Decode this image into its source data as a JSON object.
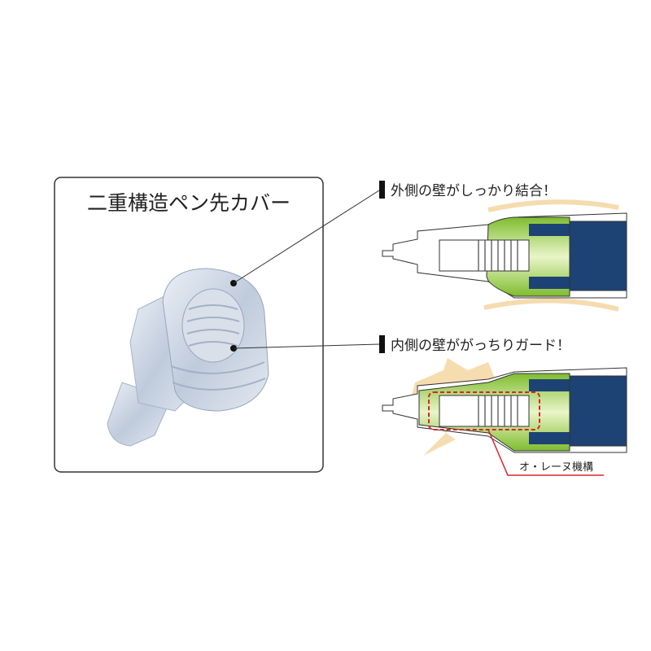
{
  "product_box": {
    "title": "二重構造ペン先カバー"
  },
  "callouts": [
    {
      "label": "外側の壁がしっかり結合！"
    },
    {
      "label": "内側の壁ががっちりガード！"
    }
  ],
  "mechanism": {
    "label": "オ・レーヌ機構"
  },
  "colors": {
    "pen_body": "#1c4373",
    "grip_green": "#8cc63f",
    "glow": "#f6d9a8",
    "highlight_red": "#d8232a"
  }
}
